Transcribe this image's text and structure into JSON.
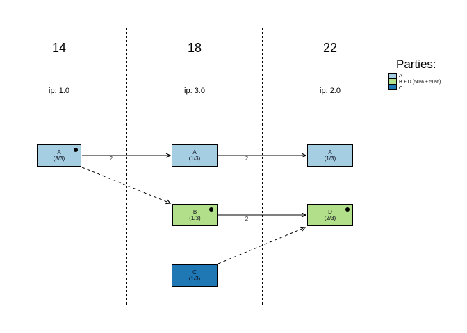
{
  "background": "#ffffff",
  "columns": [
    {
      "time": "14",
      "ip": "ip: 1.0"
    },
    {
      "time": "18",
      "ip": "ip: 3.0"
    },
    {
      "time": "22",
      "ip": "ip: 2.0"
    }
  ],
  "nodes": [
    {
      "id": "A1",
      "label": "A",
      "value": "(3/3)",
      "color": "#a6cee3",
      "dot": true,
      "column": "14"
    },
    {
      "id": "A2",
      "label": "A",
      "value": "(1/3)",
      "color": "#a6cee3",
      "dot": false,
      "column": "18"
    },
    {
      "id": "A3",
      "label": "A",
      "value": "(1/3)",
      "color": "#a6cee3",
      "dot": false,
      "column": "22"
    },
    {
      "id": "B",
      "label": "B",
      "value": "(1/3)",
      "color": "#b2df8a",
      "dot": true,
      "column": "18"
    },
    {
      "id": "D",
      "label": "D",
      "value": "(2/3)",
      "color": "#b2df8a",
      "dot": true,
      "column": "22"
    },
    {
      "id": "C",
      "label": "C",
      "value": "(1/3)",
      "color": "#1f78b4",
      "dot": false,
      "column": "18"
    }
  ],
  "edges": [
    {
      "from": "A1",
      "to": "A2",
      "label": "2",
      "style": "solid"
    },
    {
      "from": "A2",
      "to": "A3",
      "label": "2",
      "style": "solid"
    },
    {
      "from": "B",
      "to": "D",
      "label": "2",
      "style": "solid"
    },
    {
      "from": "A1",
      "to": "B",
      "style": "dashed"
    },
    {
      "from": "C",
      "to": "D",
      "style": "dashed"
    }
  ],
  "legend": {
    "title": "Parties:",
    "items": [
      {
        "label": "A",
        "color": "#a6cee3"
      },
      {
        "label": "B + D (50% + 50%)",
        "color": "#b2df8a"
      },
      {
        "label": "C",
        "color": "#1f78b4"
      }
    ]
  }
}
